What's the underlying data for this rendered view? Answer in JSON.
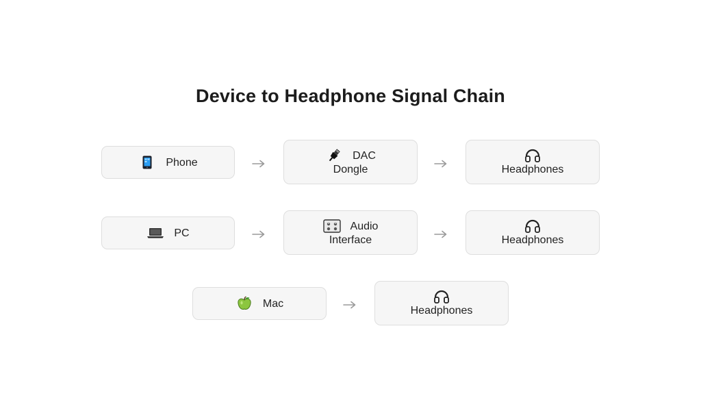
{
  "title": "Device to Headphone Signal Chain",
  "rows": [
    {
      "source": {
        "label": "Phone",
        "icon": "phone-icon"
      },
      "middle": {
        "label_line1": "DAC",
        "label_line2": "Dongle",
        "icon": "usb-plug-icon"
      },
      "target": {
        "label": "Headphones",
        "icon": "headphones-icon"
      }
    },
    {
      "source": {
        "label": "PC",
        "icon": "laptop-icon"
      },
      "middle": {
        "label_line1": "Audio",
        "label_line2": "Interface",
        "icon": "control-knobs-icon"
      },
      "target": {
        "label": "Headphones",
        "icon": "headphones-icon"
      }
    },
    {
      "source": {
        "label": "Mac",
        "icon": "green-apple-icon"
      },
      "target": {
        "label": "Headphones",
        "icon": "headphones-icon"
      }
    }
  ],
  "colors": {
    "node_fill": "#f6f6f6",
    "node_border": "#dedede",
    "arrow": "#9a9a9a",
    "text": "#222222"
  }
}
